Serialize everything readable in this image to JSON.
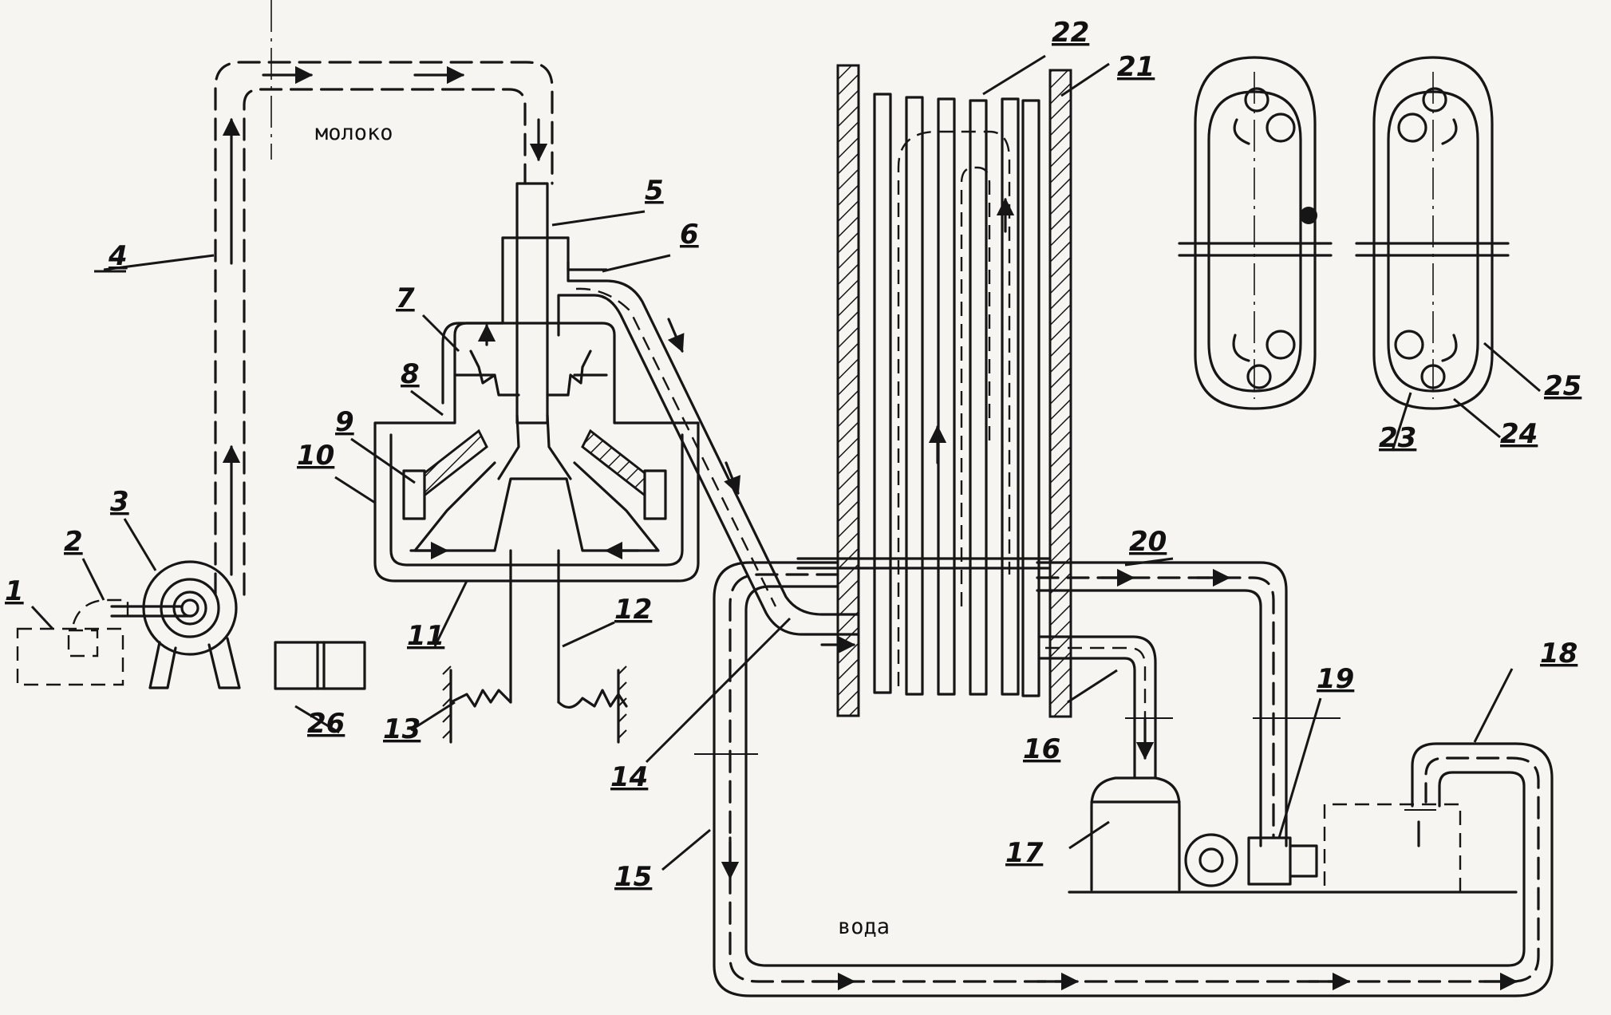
{
  "labels": {
    "milk": "молоко",
    "water": "вода"
  },
  "callouts": [
    "1",
    "2",
    "3",
    "4",
    "5",
    "6",
    "7",
    "8",
    "9",
    "10",
    "11",
    "12",
    "13",
    "14",
    "15",
    "16",
    "17",
    "18",
    "19",
    "20",
    "21",
    "22",
    "23",
    "24",
    "25",
    "26"
  ]
}
